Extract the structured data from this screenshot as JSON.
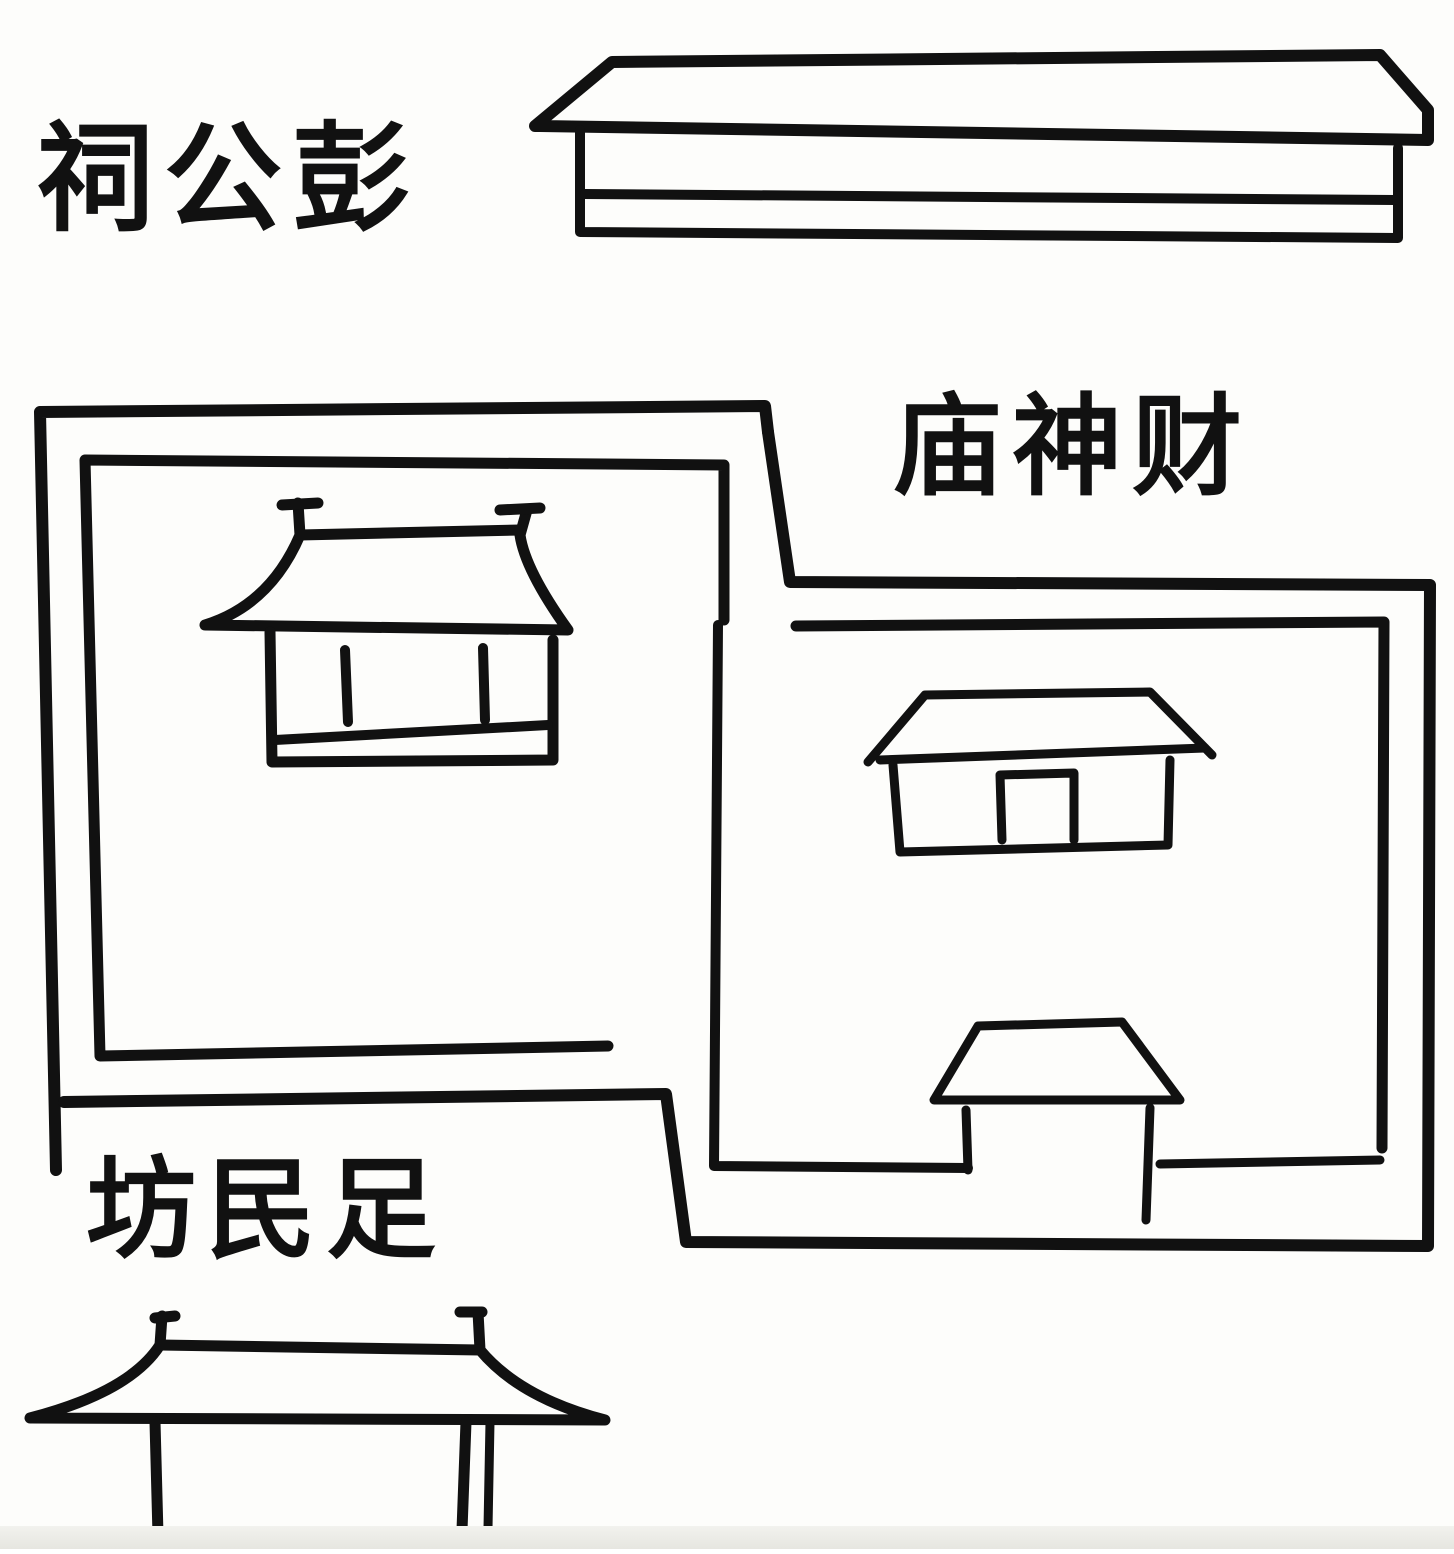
{
  "map": {
    "ink_color": "#111111",
    "paper_color": "#fdfdfb",
    "labels": {
      "peng_gong_ci": "祠公彭",
      "cai_shen_miao": "庙神财",
      "zu_min_fang": "坊民足"
    }
  }
}
